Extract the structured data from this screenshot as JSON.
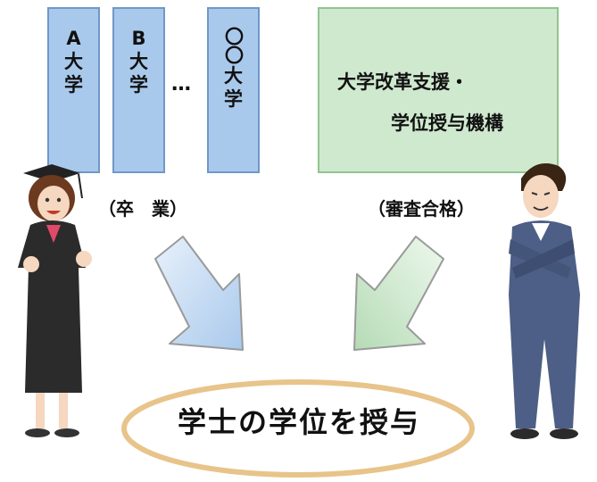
{
  "universities": [
    {
      "top": "A",
      "chars": [
        "大",
        "学"
      ]
    },
    {
      "top": "B",
      "chars": [
        "大",
        "学"
      ]
    },
    {
      "top": "〇〇",
      "chars": [
        "大",
        "学"
      ]
    }
  ],
  "ellipsis": "…",
  "niad": {
    "line1": "大学改革支援・",
    "line2": "学位授与機構"
  },
  "captions": {
    "graduation": "（卒　業）",
    "examination": "（審査合格）"
  },
  "result": "学士の学位を授与",
  "colors": {
    "university_fill": "#a9c9ec",
    "niad_fill": "#cfe9cf",
    "result_border": "#e8c48a"
  }
}
